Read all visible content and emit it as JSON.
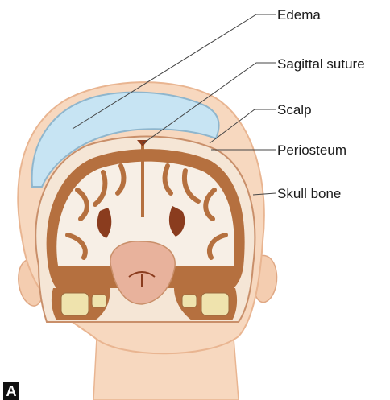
{
  "figure": {
    "panel_letter": "A",
    "labels": {
      "edema": "Edema",
      "sagittal_suture": "Sagittal suture",
      "scalp": "Scalp",
      "periosteum": "Periosteum",
      "skull_bone": "Skull bone"
    }
  },
  "colors": {
    "skin": "#f7d8bf",
    "skin_outline": "#e9b591",
    "edema": "#c7e4f3",
    "edema_outline": "#8fb6cd",
    "skull": "#f5e6d6",
    "brain_gray": "#b5703f",
    "brain_white": "#f7efe6",
    "ventricle": "#8a3c1e",
    "brainstem": "#e8b29c",
    "bone_yellow": "#efe3ad",
    "leader_line": "#444444"
  }
}
